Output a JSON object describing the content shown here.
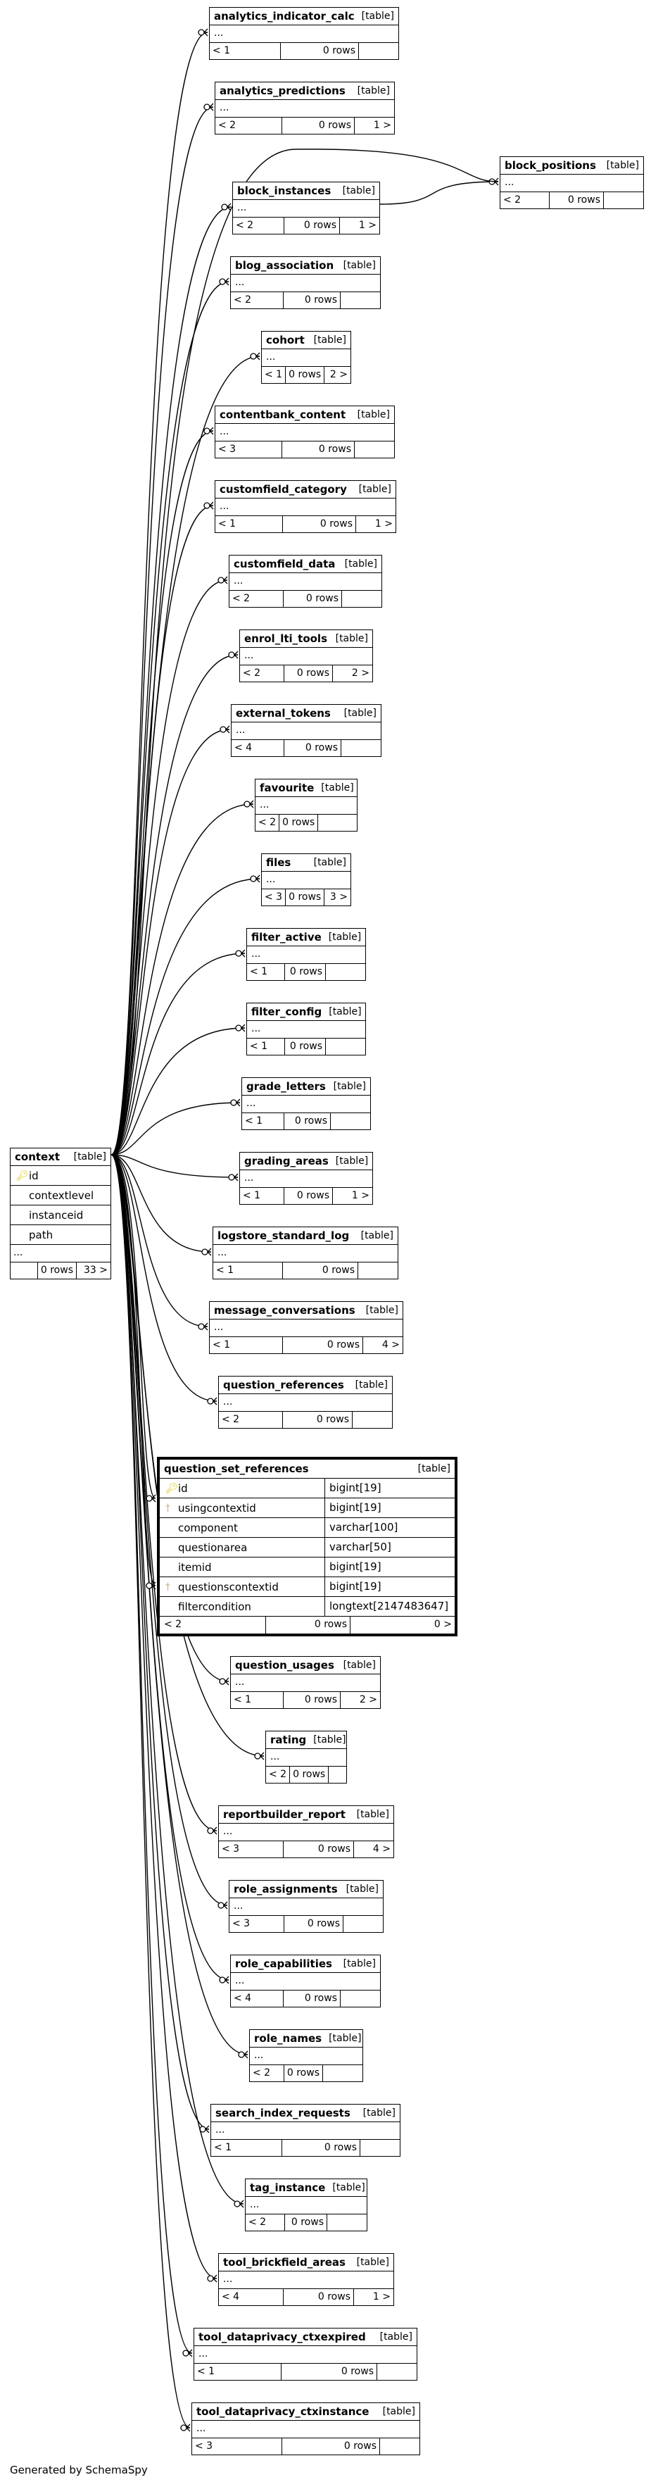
{
  "footer": "Generated by SchemaSpy",
  "context": {
    "name": "context",
    "type": "[table]",
    "columns": [
      "id",
      "contextlevel",
      "instanceid",
      "path",
      "..."
    ],
    "foot": [
      "",
      "0 rows",
      "33 >"
    ]
  },
  "qsr": {
    "name": "question_set_references",
    "type": "[table]",
    "columns": [
      {
        "name": "id",
        "type": "bigint[19]"
      },
      {
        "name": "usingcontextid",
        "type": "bigint[19]"
      },
      {
        "name": "component",
        "type": "varchar[100]"
      },
      {
        "name": "questionarea",
        "type": "varchar[50]"
      },
      {
        "name": "itemid",
        "type": "bigint[19]"
      },
      {
        "name": "questionscontextid",
        "type": "bigint[19]"
      },
      {
        "name": "filtercondition",
        "type": "longtext[2147483647]"
      }
    ],
    "foot": [
      "< 2",
      "0 rows",
      "0 >"
    ]
  },
  "tables": [
    {
      "name": "analytics_indicator_calc",
      "type": "[table]",
      "cols": "...",
      "foot": [
        "< 1",
        "0 rows",
        ""
      ]
    },
    {
      "name": "analytics_predictions",
      "type": "[table]",
      "cols": "...",
      "foot": [
        "< 2",
        "0 rows",
        "1 >"
      ]
    },
    {
      "name": "block_instances",
      "type": "[table]",
      "cols": "...",
      "foot": [
        "< 2",
        "0 rows",
        "1 >"
      ]
    },
    {
      "name": "block_positions",
      "type": "[table]",
      "cols": "...",
      "foot": [
        "< 2",
        "0 rows",
        ""
      ]
    },
    {
      "name": "blog_association",
      "type": "[table]",
      "cols": "...",
      "foot": [
        "< 2",
        "0 rows",
        ""
      ]
    },
    {
      "name": "cohort",
      "type": "[table]",
      "cols": "...",
      "foot": [
        "< 1",
        "0 rows",
        "2 >"
      ]
    },
    {
      "name": "contentbank_content",
      "type": "[table]",
      "cols": "...",
      "foot": [
        "< 3",
        "0 rows",
        ""
      ]
    },
    {
      "name": "customfield_category",
      "type": "[table]",
      "cols": "...",
      "foot": [
        "< 1",
        "0 rows",
        "1 >"
      ]
    },
    {
      "name": "customfield_data",
      "type": "[table]",
      "cols": "...",
      "foot": [
        "< 2",
        "0 rows",
        ""
      ]
    },
    {
      "name": "enrol_lti_tools",
      "type": "[table]",
      "cols": "...",
      "foot": [
        "< 2",
        "0 rows",
        "2 >"
      ]
    },
    {
      "name": "external_tokens",
      "type": "[table]",
      "cols": "...",
      "foot": [
        "< 4",
        "0 rows",
        ""
      ]
    },
    {
      "name": "favourite",
      "type": "[table]",
      "cols": "...",
      "foot": [
        "< 2",
        "0 rows",
        ""
      ]
    },
    {
      "name": "files",
      "type": "[table]",
      "cols": "...",
      "foot": [
        "< 3",
        "0 rows",
        "3 >"
      ]
    },
    {
      "name": "filter_active",
      "type": "[table]",
      "cols": "...",
      "foot": [
        "< 1",
        "0 rows",
        ""
      ]
    },
    {
      "name": "filter_config",
      "type": "[table]",
      "cols": "...",
      "foot": [
        "< 1",
        "0 rows",
        ""
      ]
    },
    {
      "name": "grade_letters",
      "type": "[table]",
      "cols": "...",
      "foot": [
        "< 1",
        "0 rows",
        ""
      ]
    },
    {
      "name": "grading_areas",
      "type": "[table]",
      "cols": "...",
      "foot": [
        "< 1",
        "0 rows",
        "1 >"
      ]
    },
    {
      "name": "logstore_standard_log",
      "type": "[table]",
      "cols": "...",
      "foot": [
        "< 1",
        "0 rows",
        ""
      ]
    },
    {
      "name": "message_conversations",
      "type": "[table]",
      "cols": "...",
      "foot": [
        "< 1",
        "0 rows",
        "4 >"
      ]
    },
    {
      "name": "question_references",
      "type": "[table]",
      "cols": "...",
      "foot": [
        "< 2",
        "0 rows",
        ""
      ]
    },
    {
      "name": "question_usages",
      "type": "[table]",
      "cols": "...",
      "foot": [
        "< 1",
        "0 rows",
        "2 >"
      ]
    },
    {
      "name": "rating",
      "type": "[table]",
      "cols": "...",
      "foot": [
        "< 2",
        "0 rows",
        ""
      ]
    },
    {
      "name": "reportbuilder_report",
      "type": "[table]",
      "cols": "...",
      "foot": [
        "< 3",
        "0 rows",
        "4 >"
      ]
    },
    {
      "name": "role_assignments",
      "type": "[table]",
      "cols": "...",
      "foot": [
        "< 3",
        "0 rows",
        ""
      ]
    },
    {
      "name": "role_capabilities",
      "type": "[table]",
      "cols": "...",
      "foot": [
        "< 4",
        "0 rows",
        ""
      ]
    },
    {
      "name": "role_names",
      "type": "[table]",
      "cols": "...",
      "foot": [
        "< 2",
        "0 rows",
        ""
      ]
    },
    {
      "name": "search_index_requests",
      "type": "[table]",
      "cols": "...",
      "foot": [
        "< 1",
        "0 rows",
        ""
      ]
    },
    {
      "name": "tag_instance",
      "type": "[table]",
      "cols": "...",
      "foot": [
        "< 2",
        "0 rows",
        ""
      ]
    },
    {
      "name": "tool_brickfield_areas",
      "type": "[table]",
      "cols": "...",
      "foot": [
        "< 4",
        "0 rows",
        "1 >"
      ]
    },
    {
      "name": "tool_dataprivacy_ctxexpired",
      "type": "[table]",
      "cols": "...",
      "foot": [
        "< 1",
        "0 rows",
        ""
      ]
    },
    {
      "name": "tool_dataprivacy_ctxinstance",
      "type": "[table]",
      "cols": "...",
      "foot": [
        "< 3",
        "0 rows",
        ""
      ]
    }
  ]
}
